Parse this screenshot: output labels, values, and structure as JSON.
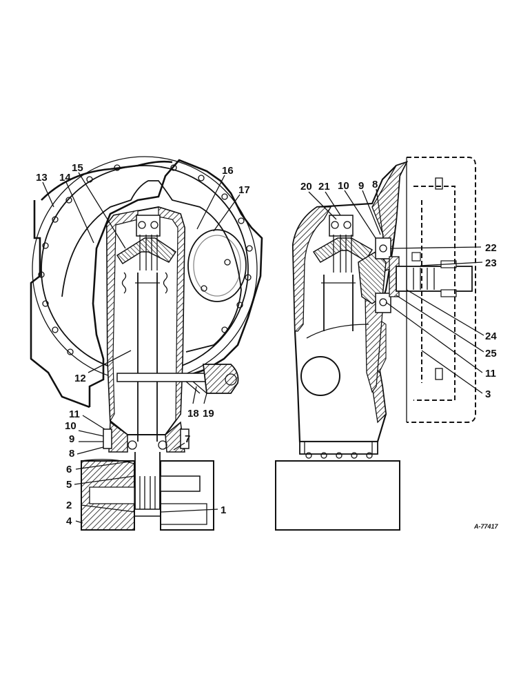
{
  "figure": {
    "reference": "A-77417",
    "left_view_callouts": [
      "13",
      "14",
      "15",
      "16",
      "17",
      "12",
      "18",
      "19",
      "11",
      "10",
      "9",
      "8",
      "7",
      "6",
      "5",
      "2",
      "4",
      "1"
    ],
    "right_view_callouts": [
      "20",
      "21",
      "10",
      "9",
      "8",
      "22",
      "23",
      "24",
      "25",
      "11",
      "3"
    ]
  }
}
